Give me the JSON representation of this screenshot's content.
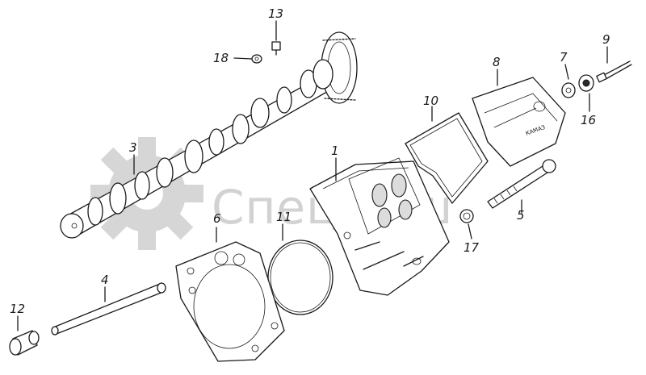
{
  "watermark": {
    "text": "СпецМаш",
    "color": "#d2d2d2"
  },
  "callouts": [
    {
      "id": "1",
      "label": "1"
    },
    {
      "id": "3",
      "label": "3"
    },
    {
      "id": "4",
      "label": "4"
    },
    {
      "id": "5",
      "label": "5"
    },
    {
      "id": "6",
      "label": "6"
    },
    {
      "id": "7",
      "label": "7"
    },
    {
      "id": "8",
      "label": "8"
    },
    {
      "id": "9",
      "label": "9"
    },
    {
      "id": "10",
      "label": "10"
    },
    {
      "id": "11",
      "label": "11"
    },
    {
      "id": "12",
      "label": "12"
    },
    {
      "id": "13",
      "label": "13"
    },
    {
      "id": "16",
      "label": "16"
    },
    {
      "id": "17",
      "label": "17"
    },
    {
      "id": "18",
      "label": "18"
    }
  ],
  "cover_marking": "КАМАЗ"
}
